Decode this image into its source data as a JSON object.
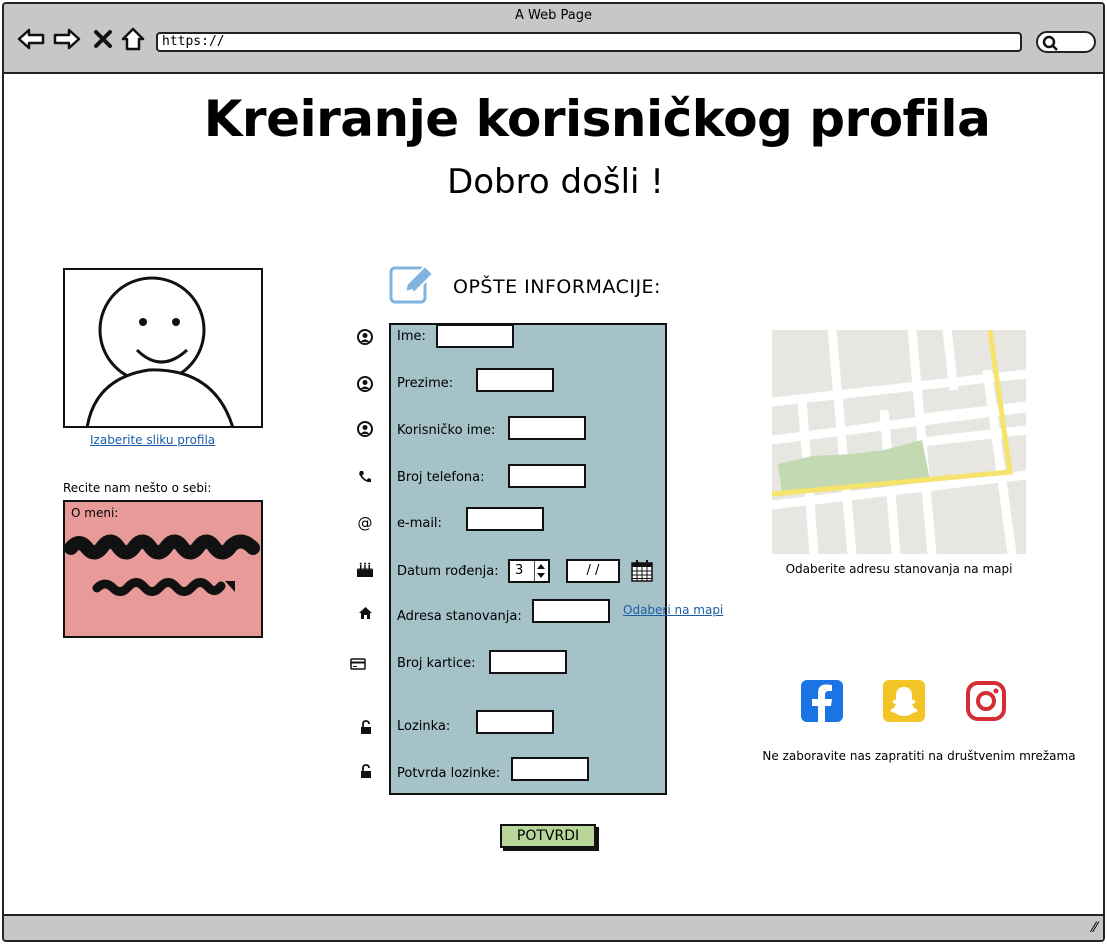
{
  "browser": {
    "window_title": "A Web Page",
    "url": "https://"
  },
  "page": {
    "title": "Kreiranje korisničkog profila",
    "subtitle": "Dobro došli !"
  },
  "profile": {
    "choose_photo_link": "Izaberite sliku profila",
    "about_label": "Recite nam nešto o sebi:",
    "about_placeholder": "O meni:"
  },
  "form": {
    "section_title": "OPŠTE INFORMACIJE:",
    "fields": {
      "first_name": "Ime:",
      "last_name": "Prezime:",
      "username": "Korisničko ime:",
      "phone": "Broj telefona:",
      "email": "e-mail:",
      "birth_date": "Datum rođenja:",
      "address": "Adresa stanovanja:",
      "card": "Broj kartice:",
      "password": "Lozinka:",
      "password_confirm": "Potvrda lozinke:"
    },
    "birth_day_stepper_value": "3",
    "birth_date_value": "/ /",
    "address_map_link": "Odaberi na mapi",
    "submit_label": "POTVRDI"
  },
  "map": {
    "caption": "Odaberite adresu stanovanja na mapi"
  },
  "social": {
    "icons": [
      "facebook-icon",
      "snapchat-icon",
      "instagram-icon"
    ],
    "caption": "Ne zaboravite nas zapratiti na društvenim mrežama",
    "colors": {
      "facebook": "#1b74e4",
      "snapchat": "#f3c426",
      "instagram": "#d62d35"
    }
  },
  "colors": {
    "form_panel": "#a4c2c8",
    "about_box": "#e89a98",
    "submit_button": "#b9d69a",
    "chrome": "#c7c7c7",
    "link": "#1a5fa8"
  }
}
